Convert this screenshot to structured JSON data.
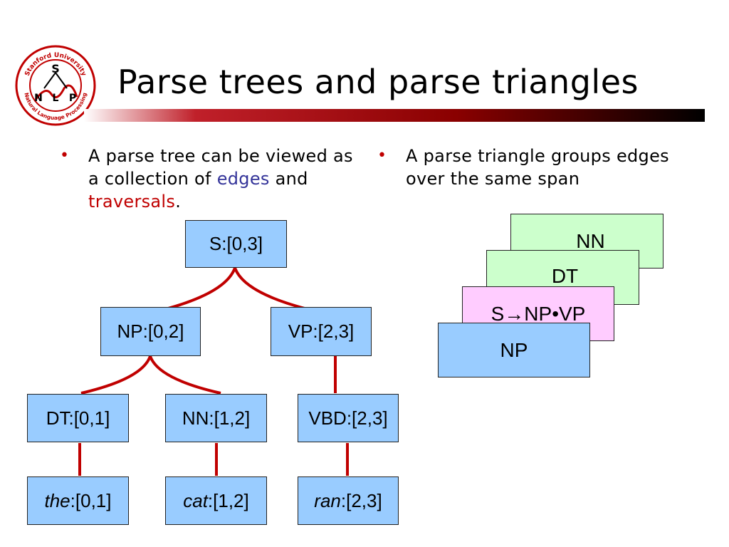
{
  "slide": {
    "title": "Parse trees and parse triangles",
    "logo": {
      "top_text": "Stanford University",
      "bottom_text": "Natural Language Processing",
      "letters": [
        "S",
        "N",
        "L",
        "P"
      ]
    }
  },
  "bullets": {
    "left": {
      "marker": "•",
      "text_before": "A parse tree can be viewed as a collection of ",
      "kw1": "edges",
      "mid": " and ",
      "kw2": "traversals",
      "end": "."
    },
    "right": {
      "marker": "•",
      "text": "A parse triangle groups edges over the same span"
    }
  },
  "tree": {
    "root": "S:[0,3]",
    "np": "NP:[0,2]",
    "vp": "VP:[2,3]",
    "dt": "DT:[0,1]",
    "nn": "NN:[1,2]",
    "vbd": "VBD:[2,3]",
    "leaves": [
      {
        "word": "the",
        "span": ":[0,1]"
      },
      {
        "word": "cat",
        "span": ":[1,2]"
      },
      {
        "word": "ran",
        "span": ":[2,3]"
      }
    ]
  },
  "triangle_stack": [
    "NN",
    "DT",
    "S→NP•VP",
    "NP"
  ],
  "colors": {
    "node_fill": "#99ccff",
    "edge_red": "#c00000",
    "keyword_blue": "#333399",
    "keyword_red": "#c00000",
    "tri_green": "#ccffcc",
    "tri_pink": "#ffccff",
    "tri_blue": "#99ccff"
  }
}
